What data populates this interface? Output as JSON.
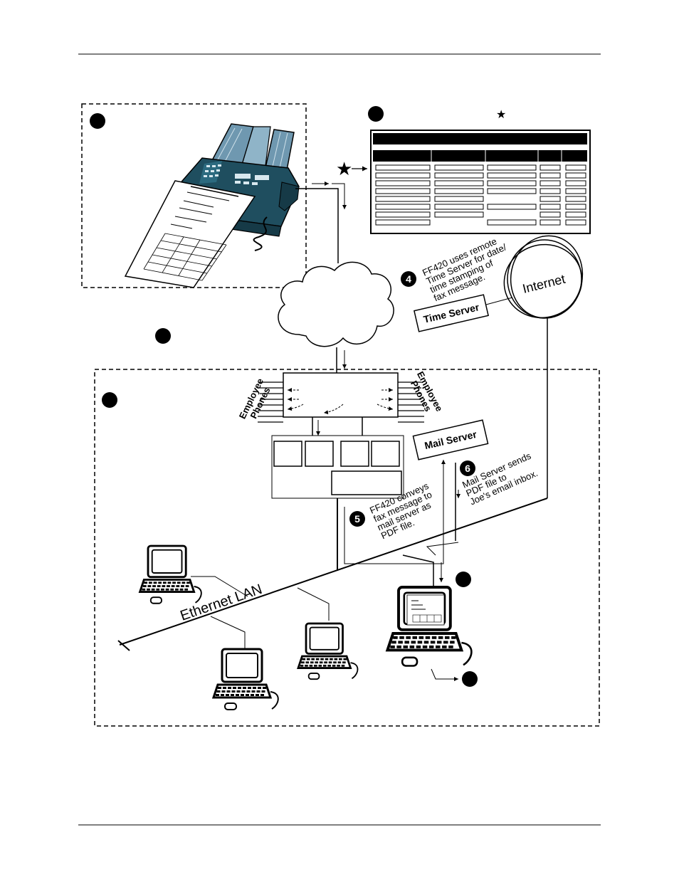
{
  "callouts": {
    "step4": {
      "number": "4",
      "lines": [
        "FF420 uses remote",
        "Time Server for date/",
        "time stamping of",
        "fax message."
      ]
    },
    "step5": {
      "number": "5",
      "lines": [
        "FF420 conveys",
        "fax message to",
        "mail server as",
        "PDF file."
      ]
    },
    "step6": {
      "number": "6",
      "lines": [
        "Mail Server sends",
        "PDF file to",
        "Joe's email inbox."
      ]
    }
  },
  "labels": {
    "internet": "Internet",
    "time_server": "Time Server",
    "mail_server": "Mail Server",
    "employee_phones_left": [
      "Employee",
      "Phones"
    ],
    "employee_phones_right": [
      "Employee",
      "Phones"
    ],
    "ethernet_lan": "Ethernet LAN"
  },
  "icons": {
    "star": "star-icon",
    "step_marker": "black-circle-marker-icon",
    "fax": "fax-machine-icon",
    "computer": "desktop-computer-icon",
    "cloud": "telephone-network-cloud-icon"
  },
  "colors": {
    "ink": "#000000",
    "fax_body": "#1f4e5f",
    "fax_tray": "#6f98b0",
    "paper": "#ffffff"
  }
}
